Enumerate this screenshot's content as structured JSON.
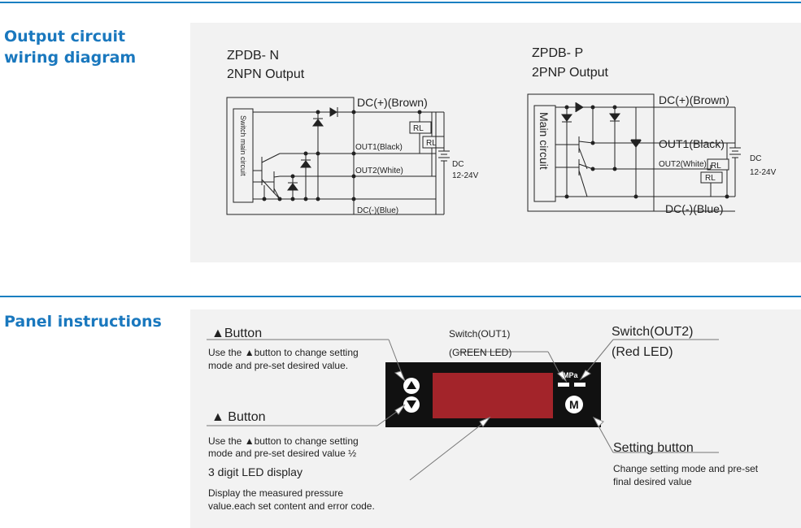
{
  "sections": {
    "output": {
      "title_line1": "Output circuit",
      "title_line2": "wiring diagram"
    },
    "panel": {
      "title": "Panel instructions"
    }
  },
  "npn": {
    "model": "ZPDB- N",
    "output_type": "2NPN Output",
    "dc_plus": "DC(+)(Brown)",
    "out1": "OUT1(Black)",
    "out2": "OUT2(White)",
    "dc_minus": "DC(-)(Blue)",
    "circuit_label": "Switch main circuit",
    "rl": "RL",
    "dc": "DC",
    "voltage": "12-24V"
  },
  "pnp": {
    "model": "ZPDB- P",
    "output_type": "2PNP Output",
    "dc_plus": "DC(+)(Brown)",
    "out1": "OUT1(Black)",
    "out2": "OUT2(White)",
    "dc_minus": "DC(-)(Blue)",
    "circuit_label": "Main circuit",
    "rl": "RL",
    "dc": "DC",
    "voltage": "12-24V"
  },
  "panel": {
    "up_button_title": "▲Button",
    "up_button_desc_1": "Use the ▲button to change setting",
    "up_button_desc_2": "mode and pre-set desired value.",
    "down_button_title": "▲ Button",
    "down_button_desc_1": "Use the ▲button to change setting",
    "down_button_desc_2": "mode and pre-set desired value ½",
    "display_title": "3   digit LED display",
    "display_desc_1": "Display the measured pressure",
    "display_desc_2": "value.each set content and error code.",
    "out1_title": "Switch(OUT1)",
    "out1_sub": "(GREEN LED)",
    "out2_title": "Switch(OUT2)",
    "out2_sub": "(Red LED)",
    "setting_title": "Setting button",
    "setting_desc_1": "Change setting mode and pre-set",
    "setting_desc_2": "final desired value",
    "unit": "MPa",
    "m_key": "M",
    "colors": {
      "display": "#a3242a",
      "body": "#111111",
      "accent": "#1a78be"
    }
  }
}
